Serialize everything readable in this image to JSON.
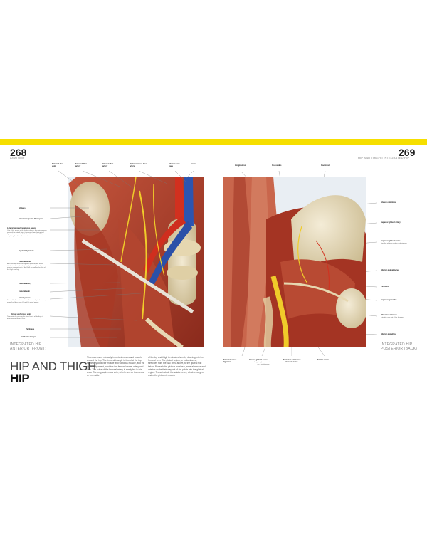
{
  "left_page": {
    "number": "268",
    "running_head": "ANATOMY",
    "caption_line1": "INTEGRATED HIP",
    "caption_line2": "ANTERIOR (FRONT)",
    "top_labels": [
      "External iliac vein",
      "External iliac artery",
      "Internal iliac artery",
      "Right common iliac artery",
      "Inferior vena cava",
      "Aorta"
    ],
    "side_labels": [
      {
        "title": "Gluteus",
        "desc": ""
      },
      {
        "title": "Anterior superior iliac spine",
        "desc": ""
      },
      {
        "title": "Lateral femoral cutaneous nerve",
        "desc": "One of the nerves of the lumbar plexus; the main sensory nerve of the lateral thigh, it emerges from the inguinal ligament and runs down the lateral side of the thigh, supplying the skin with sensation"
      },
      {
        "title": "Inguinal ligament",
        "desc": ""
      },
      {
        "title": "Femoral nerve",
        "desc": "After passing under the inguinal ligament, this nerve divides into branches that supply the muscles of the anterior compartment of the thigh, as well as the skin of the thigh and leg"
      },
      {
        "title": "Femoral artery",
        "desc": ""
      },
      {
        "title": "Femoral vein",
        "desc": ""
      },
      {
        "title": "Sacral plexus",
        "desc": "Formed by the anterior rami of the sacral spinal nerves, as well as fibers from L4 and L5 spinal nerves"
      },
      {
        "title": "Great saphenous vein",
        "desc": "Terminates by passing the deep fascia of the thigh to drain into the femoral vein"
      },
      {
        "title": "Pectineus",
        "desc": ""
      },
      {
        "title": "Adductor longus",
        "desc": ""
      }
    ]
  },
  "right_page": {
    "number": "269",
    "running_head": "HIP AND THIGH • INTEGRATED HIP",
    "caption_line1": "INTEGRATED HIP",
    "caption_line2": "POSTERIOR (BACK)",
    "top_labels": [
      "Longissimus",
      "Iliocostalis",
      "Iliac crest"
    ],
    "side_labels": [
      {
        "title": "Gluteus minimus",
        "desc": ""
      },
      {
        "title": "Superior gluteal artery",
        "desc": ""
      },
      {
        "title": "Superior gluteal nerve",
        "desc": "Supplies gluteus medius and minimus"
      },
      {
        "title": "Inferior gluteal nerve",
        "desc": ""
      },
      {
        "title": "Piriformis",
        "desc": ""
      },
      {
        "title": "Superior gemellus",
        "desc": ""
      },
      {
        "title": "Obturator internus",
        "desc": "A tendon runs out of the foramen"
      },
      {
        "title": "Inferior gemellus",
        "desc": ""
      }
    ],
    "bottom_labels": [
      {
        "title": "Sacrotuberous ligament",
        "desc": ""
      },
      {
        "title": "Inferior gluteal nerve",
        "desc": "Supplies gluteus maximus via a single nerve"
      },
      {
        "title": "Posterior cutaneous femoral nerve",
        "desc": ""
      },
      {
        "title": "Sciatic nerve",
        "desc": ""
      }
    ]
  },
  "title": {
    "light": "HIP AND THIGH",
    "bold": "HIP"
  },
  "body_columns": [
    "There are many clinically important nerves and vessels around the hip. The femoral triangle is found at the top, formed by adductor muscle and sartorius muscle, and the inguinal ligament, contains the femoral nerve, artery and vein. The pulse of the femoral artery is easily felt in this area. The long saphenous vein, which runs up the medial or inner side",
    "of the leg and thigh terminates here by draining into the femoral vein. The gluteal region, or buttock area, stretches from the iliac crest above, to the gluteal fold below. Beneath the gluteus maximus, several nerves and arteries make their way out of the pelvis into the gluteal region. These include the sciatic nerve, which emerges under the piriformis muscle"
  ]
}
